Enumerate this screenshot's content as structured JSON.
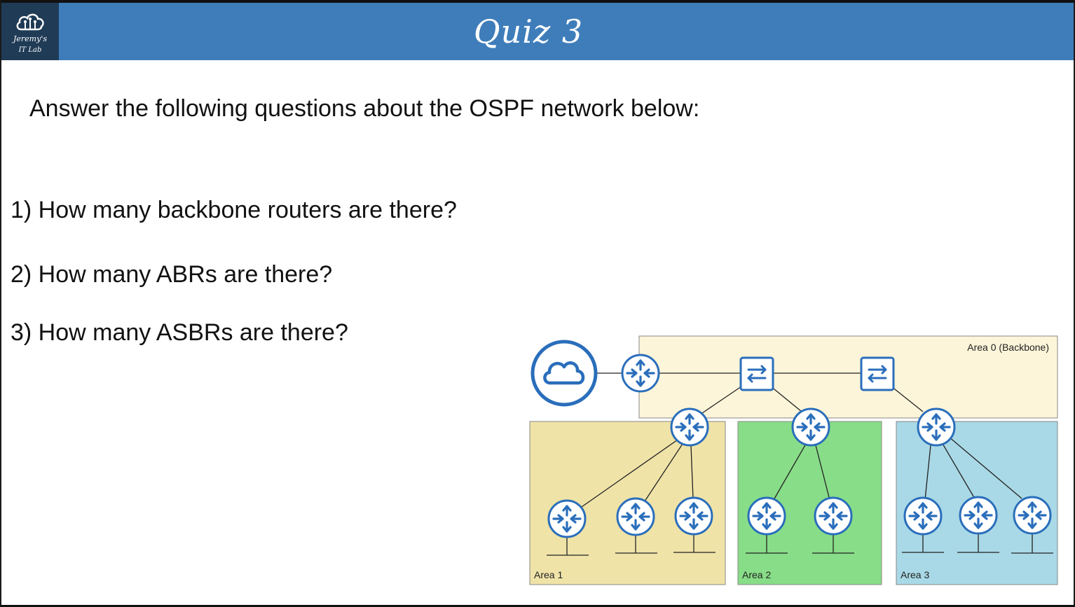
{
  "header": {
    "title": "Quiz 3",
    "logo_line1": "Jeremy's",
    "logo_line2": "IT Lab"
  },
  "content": {
    "intro": "Answer the following questions about the OSPF network below:",
    "questions": [
      "1) How many backbone routers are there?",
      "2) How many ABRs are there?",
      "3) How many ASBRs are there?"
    ]
  },
  "diagram": {
    "areas": [
      {
        "label": "Area 0 (Backbone)",
        "color": "#fdf5d9"
      },
      {
        "label": "Area 1",
        "color": "#efe3a8"
      },
      {
        "label": "Area 2",
        "color": "#88dd88"
      },
      {
        "label": "Area 3",
        "color": "#a9d9e6"
      }
    ],
    "icon_color": "#2a6ebb",
    "icons": [
      "cloud-icon",
      "router-icon",
      "switch-icon"
    ]
  },
  "colors": {
    "header_bg": "#3f7dba",
    "logo_bg": "#1f3b56"
  }
}
